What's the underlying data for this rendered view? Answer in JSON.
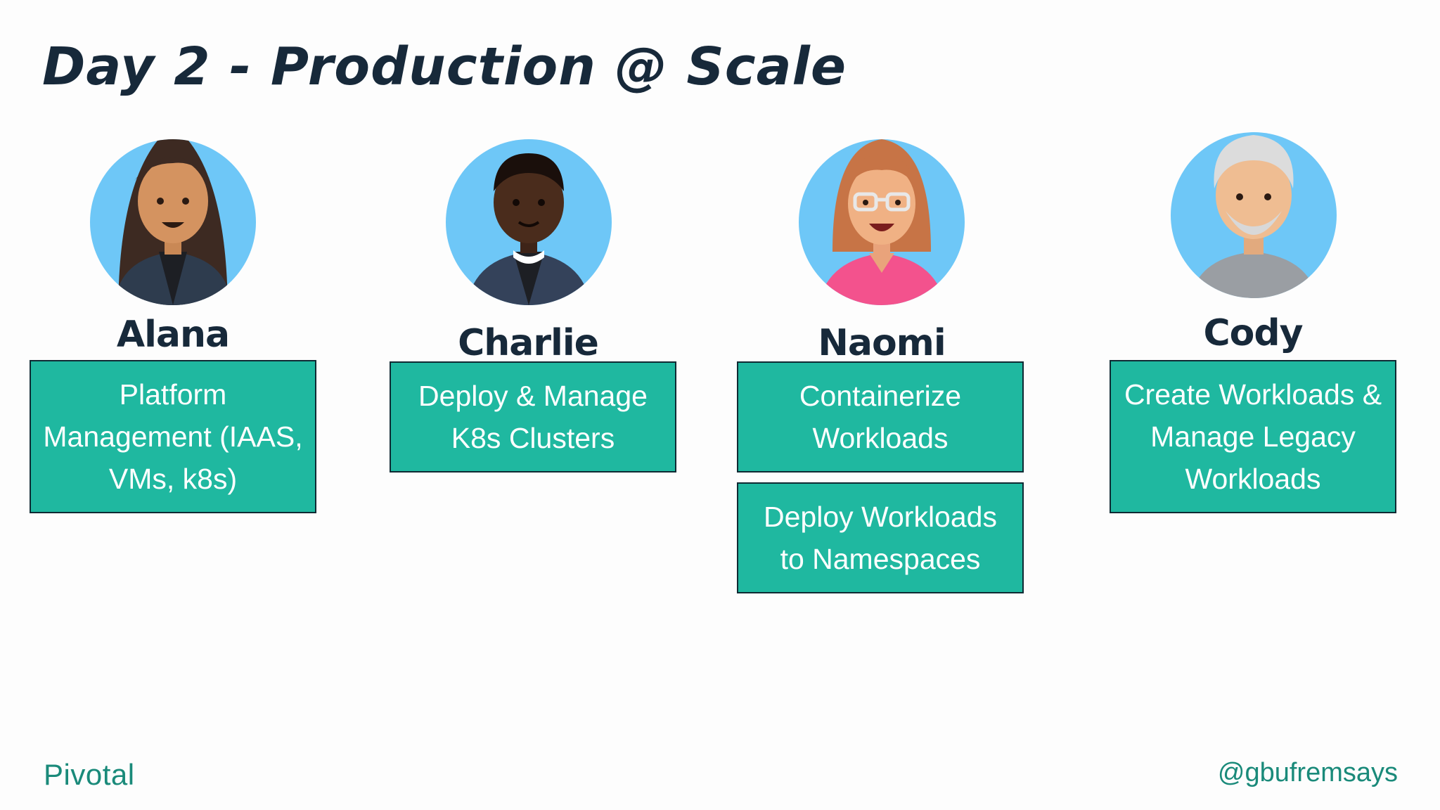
{
  "slide": {
    "title": "Day 2 - Production @ Scale"
  },
  "personas": [
    {
      "name": "Alana",
      "avatar_icon": "woman-long-dark-hair-avatar-icon",
      "tasks": [
        "Platform Management (IAAS, VMs, k8s)"
      ]
    },
    {
      "name": "Charlie",
      "avatar_icon": "man-dark-skin-avatar-icon",
      "tasks": [
        "Deploy & Manage K8s Clusters"
      ]
    },
    {
      "name": "Naomi",
      "avatar_icon": "woman-glasses-avatar-icon",
      "tasks": [
        "Containerize Workloads",
        "Deploy Workloads to Namespaces"
      ]
    },
    {
      "name": "Cody",
      "avatar_icon": "man-grey-beard-avatar-icon",
      "tasks": [
        "Create Workloads & Manage Legacy Workloads"
      ]
    }
  ],
  "footer": {
    "logo_text": "Pivotal",
    "handle": "@gbufremsays"
  },
  "colors": {
    "task_box": "#1fb8a0",
    "title": "#17293a",
    "avatar_bg": "#6ec7f7",
    "brand": "#1a8a7a"
  }
}
